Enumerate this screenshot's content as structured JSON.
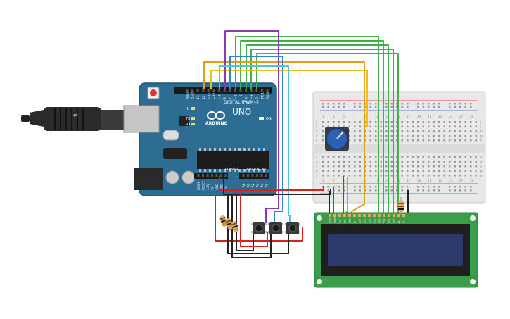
{
  "arduino": {
    "brand": "ARDUINO",
    "model": "UNO",
    "digital_label": "DIGITAL (PWM~)",
    "power_label": "POWER",
    "analog_label": "ANALOG IN",
    "on_label": "ON",
    "l_label": "L",
    "tx_label": "TX",
    "rx_label": "RX",
    "digital_pins": [
      "AREF",
      "GND",
      "13",
      "12",
      "~11",
      "~10",
      "~9",
      "8",
      "7",
      "~6",
      "~5",
      "4",
      "~3",
      "2",
      "TX 1",
      "RX 0"
    ],
    "power_pins": [
      "IOREF",
      "RESET",
      "3.3V",
      "5V",
      "GND",
      "GND",
      "Vin"
    ],
    "analog_pins": [
      "A0",
      "A1",
      "A2",
      "A3",
      "A4",
      "A5"
    ]
  },
  "breadboard": {
    "rows_top": [
      "j",
      "i",
      "h",
      "g",
      "f"
    ],
    "rows_bottom": [
      "e",
      "d",
      "c",
      "b",
      "a"
    ],
    "columns": [
      "1",
      "3",
      "5",
      "7",
      "9",
      "11",
      "13",
      "15",
      "17",
      "19",
      "21",
      "23",
      "25",
      "27",
      "29"
    ]
  },
  "lcd": {
    "pins": [
      "VSS",
      "VDD",
      "V0",
      "RS",
      "RW",
      "E",
      "D0",
      "D1",
      "D2",
      "D3",
      "D4",
      "D5",
      "D6",
      "D7",
      "A",
      "K"
    ]
  },
  "colors": {
    "board": "#2d6d93",
    "lcd_pcb": "#3a9d4a",
    "lcd_screen": "#2c3a6b",
    "wire_red": "#d9221c",
    "wire_black": "#222222",
    "wire_green": "#3fb04a",
    "wire_orange": "#e39c1c",
    "wire_purple": "#8a3bb5",
    "wire_blue": "#2f86c9",
    "wire_cyan": "#52c3d6",
    "wire_yellow": "#e8c21a"
  }
}
